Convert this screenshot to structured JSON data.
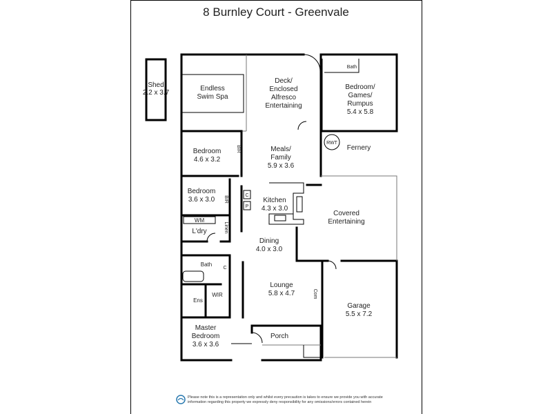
{
  "title": "8 Burnley Court - Greenvale",
  "rooms": {
    "shed": {
      "name": "Shed",
      "dim": "2.2 x 3.7"
    },
    "swim_spa": {
      "line1": "Endless",
      "line2": "Swim Spa"
    },
    "deck": {
      "line1": "Deck/",
      "line2": "Enclosed",
      "line3": "Alfresco",
      "line4": "Entertaining"
    },
    "rumpus": {
      "line1": "Bedroom/",
      "line2": "Games/",
      "line3": "Rumpus",
      "dim": "5.4 x 5.8"
    },
    "rumpus_bath": "Bath",
    "bedroom1": {
      "name": "Bedroom",
      "dim": "4.6 x 3.2"
    },
    "bir1": "BIR",
    "meals": {
      "line1": "Meals/",
      "line2": "Family",
      "dim": "5.9 x 3.6"
    },
    "rwt": "RWT",
    "fernery": "Fernery",
    "bedroom2": {
      "name": "Bedroom",
      "dim": "3.6 x 3.0"
    },
    "bir2": "BIR",
    "kitchen": {
      "name": "Kitchen",
      "dim": "4.3 x 3.0"
    },
    "pantry_c": "C",
    "pantry_p": "P",
    "wm": "WM",
    "laundry": "L'dry",
    "linen": "Linen",
    "covered": {
      "line1": "Covered",
      "line2": "Entertaining"
    },
    "dining": {
      "name": "Dining",
      "dim": "4.0 x 3.0"
    },
    "bath": "Bath",
    "bath_c": "C",
    "lounge": {
      "name": "Lounge",
      "dim": "5.8 x 4.7"
    },
    "com": "Com",
    "ens": "Ens",
    "wir": "WIR",
    "garage": {
      "name": "Garage",
      "dim": "5.5 x 7.2"
    },
    "master": {
      "line1": "Master",
      "line2": "Bedroom",
      "dim": "3.6 x 3.6"
    },
    "porch": "Porch"
  },
  "disclaimer": {
    "line1": "Please note this is a representation only and whilst every precaution is takes to ensure we provide you with accurate",
    "line2": "information regarding this property we expressly deny responsibility for any omissions/errors contained herein"
  }
}
